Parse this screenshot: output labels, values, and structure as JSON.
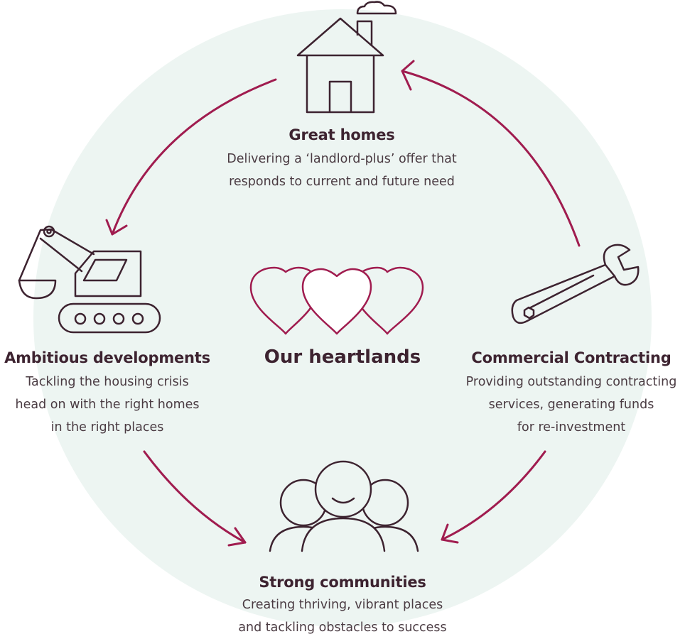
{
  "center": {
    "title": "Our heartlands",
    "icon": "three-hearts-icon"
  },
  "nodes": {
    "great_homes": {
      "title": "Great homes",
      "lines": [
        "Delivering a ‘landlord-plus’ offer that",
        "responds to current and future need"
      ],
      "icon": "house-icon"
    },
    "ambitious_developments": {
      "title": "Ambitious developments",
      "lines": [
        "Tackling the housing crisis",
        "head on with the right homes",
        "in the right places"
      ],
      "icon": "excavator-icon"
    },
    "commercial_contracting": {
      "title": "Commercial Contracting",
      "lines": [
        "Providing outstanding contracting",
        "services, generating funds",
        "for re-investment"
      ],
      "icon": "wrench-icon"
    },
    "strong_communities": {
      "title": "Strong communities",
      "lines": [
        "Creating thriving, vibrant places",
        "and tackling obstacles to success"
      ],
      "icon": "people-group-icon"
    }
  },
  "colors": {
    "background_circle": "#edf5f2",
    "arrow": "#a01c4f",
    "icon_stroke": "#3d2330",
    "heart_stroke": "#a01c4f",
    "text": "#3d2330"
  }
}
